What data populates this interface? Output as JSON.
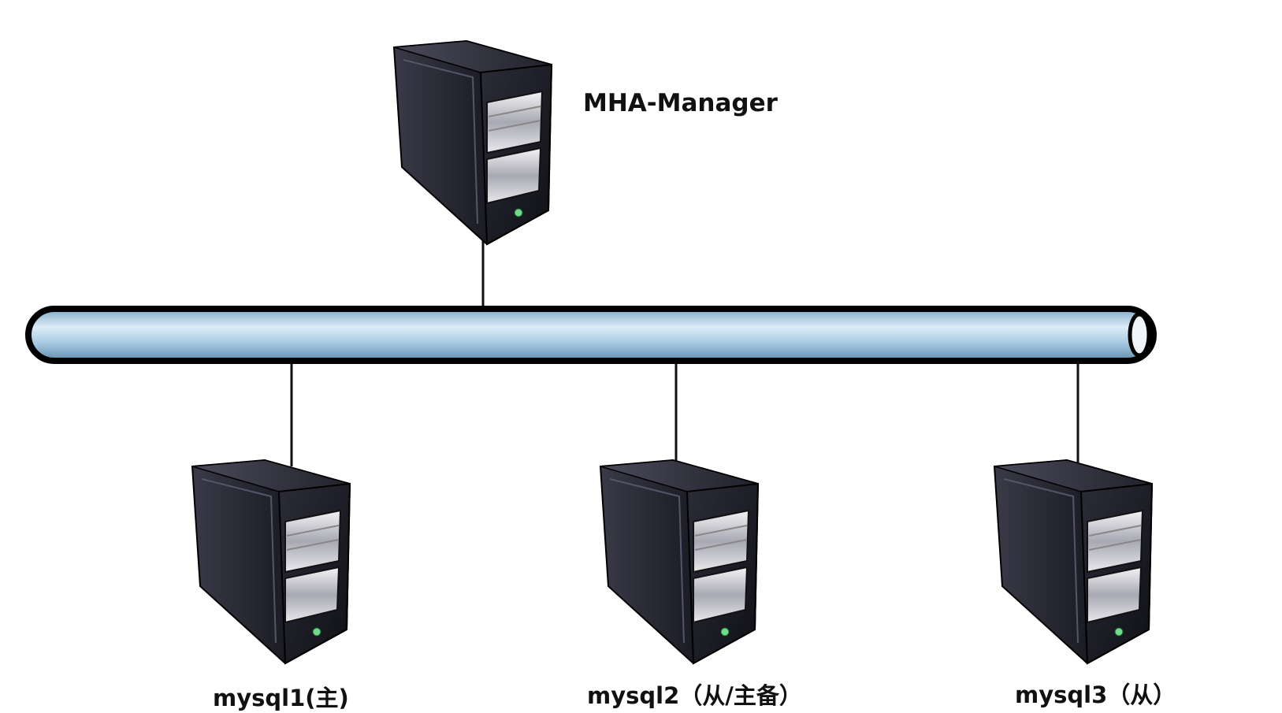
{
  "nodes": {
    "manager": {
      "label": "MHA-Manager"
    },
    "mysql1": {
      "label": "mysql1(主)"
    },
    "mysql2": {
      "label": "mysql2（从/主备）"
    },
    "mysql3": {
      "label": "mysql3（从）"
    }
  },
  "edges": [
    {
      "from": "manager",
      "to": "network-bus"
    },
    {
      "from": "network-bus",
      "to": "mysql1"
    },
    {
      "from": "network-bus",
      "to": "mysql2"
    },
    {
      "from": "network-bus",
      "to": "mysql3"
    }
  ],
  "colors": {
    "bus_fill": "#a9cbe3",
    "bus_highlight": "#dcecf7",
    "bus_outline": "#000000",
    "server_body": "#1e1e28",
    "server_led": "#6fdc8c"
  }
}
